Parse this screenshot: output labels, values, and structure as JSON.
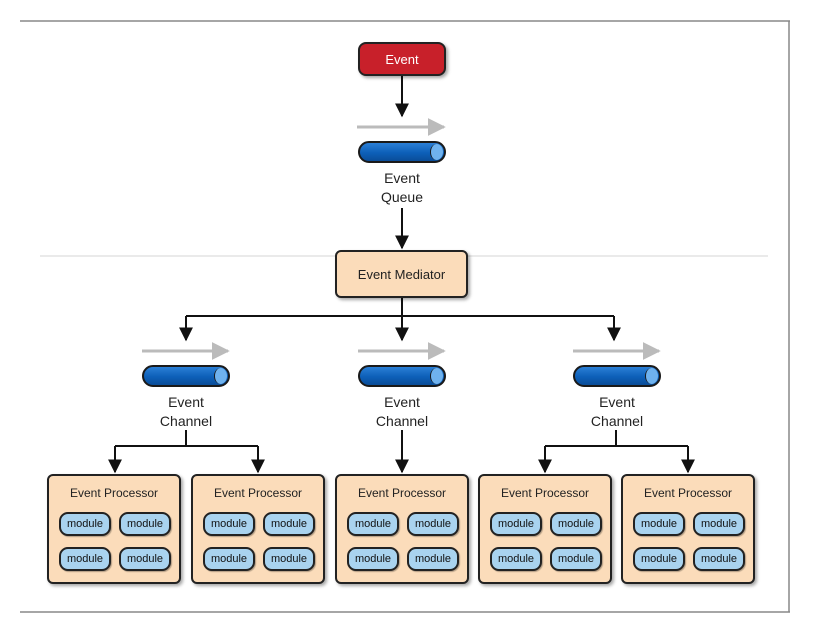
{
  "diagram": {
    "event_label": "Event",
    "queue_label": [
      "Event",
      "Queue"
    ],
    "mediator_label": "Event Mediator",
    "channels": [
      {
        "label": [
          "Event",
          "Channel"
        ]
      },
      {
        "label": [
          "Event",
          "Channel"
        ]
      },
      {
        "label": [
          "Event",
          "Channel"
        ]
      }
    ],
    "processors": [
      {
        "title": "Event Processor",
        "modules": [
          "module",
          "module",
          "module",
          "module"
        ]
      },
      {
        "title": "Event Processor",
        "modules": [
          "module",
          "module",
          "module",
          "module"
        ]
      },
      {
        "title": "Event Processor",
        "modules": [
          "module",
          "module",
          "module",
          "module"
        ]
      },
      {
        "title": "Event Processor",
        "modules": [
          "module",
          "module",
          "module",
          "module"
        ]
      },
      {
        "title": "Event Processor",
        "modules": [
          "module",
          "module",
          "module",
          "module"
        ]
      }
    ],
    "colors": {
      "event": "#c8202a",
      "mediator_fill": "#fbdcba",
      "pipe": "#0d5fb8",
      "module_fill": "#a9d3ef",
      "flow_arrow": "#bbbbbb"
    }
  }
}
